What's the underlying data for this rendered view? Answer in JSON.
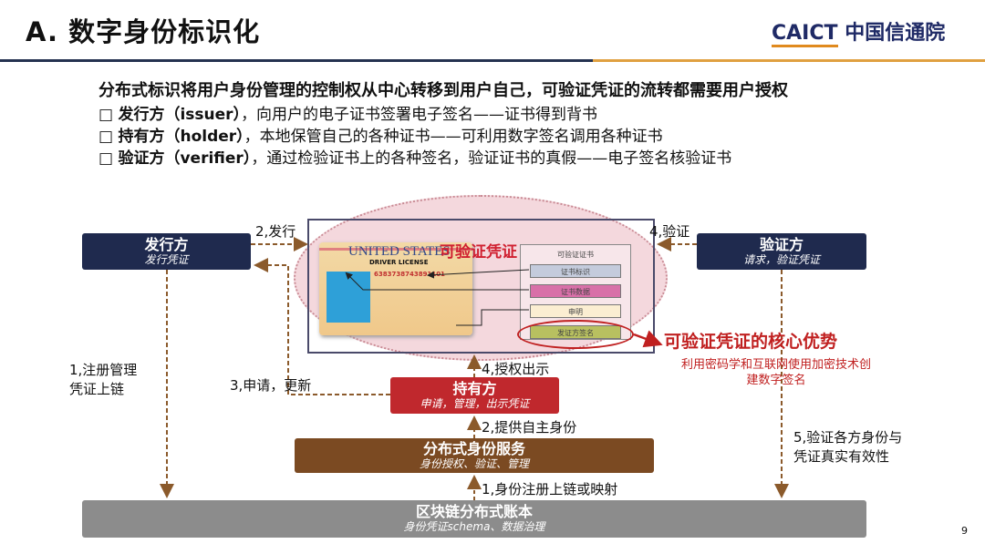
{
  "header": {
    "title": "A. 数字身份标识化",
    "logo_en": "CAICT",
    "logo_cn": "中国信通院"
  },
  "intro": {
    "heading": "分布式标识将用户身份管理的控制权从中心转移到用户自己，可验证凭证的流转都需要用户授权",
    "bullets": [
      {
        "marker": "□",
        "term": "发行方（issuer）",
        "text": "，向用户的电子证书签署电子签名——证书得到背书"
      },
      {
        "marker": "□",
        "term": "持有方（holder）",
        "text": "，本地保管自己的各种证书——可利用数字签名调用各种证书"
      },
      {
        "marker": "□",
        "term": "验证方（verifier）",
        "text": "，通过检验证书上的各种签名，验证证书的真假——电子签名核验证书"
      }
    ]
  },
  "diagram": {
    "issuer": {
      "title": "发行方",
      "sub": "发行凭证"
    },
    "verifier": {
      "title": "验证方",
      "sub": "请求，验证凭证"
    },
    "holder": {
      "title": "持有方",
      "sub": "申请，管理，出示凭证"
    },
    "did_service": {
      "title": "分布式身份服务",
      "sub": "身份授权、验证、管理"
    },
    "blockchain": {
      "title": "区块链分布式账本",
      "sub": "身份凭证schema、数据治理"
    },
    "vc_label": "可验证凭证",
    "card": {
      "country": "UNITED STATES",
      "type": "DRIVER LICENSE",
      "number": "6383738743891101"
    },
    "panel": {
      "title": "可验证证书",
      "items": [
        "证书标识",
        "证书数据",
        "申明",
        "发证方签名"
      ]
    },
    "advantage": {
      "title": "可验证凭证的核心优势",
      "desc": "利用密码学和互联网使用加密技术创建数字签名"
    },
    "steps": {
      "issue": "2,发行",
      "verify": "4,验证",
      "register": "1,注册管理\n凭证上链",
      "apply": "3,申请，更新",
      "authorize": "4,授权出示",
      "provide": "2,提供自主身份",
      "chain_register": "1,身份注册上链或映射",
      "validate": "5,验证各方身份与\n凭证真实有效性"
    },
    "colors": {
      "navy": "#1f2a4e",
      "red": "#c0282d",
      "brown": "#7b4a22",
      "grey": "#8c8c8c",
      "arrow": "#8b5a2b"
    }
  },
  "page_number": "9"
}
